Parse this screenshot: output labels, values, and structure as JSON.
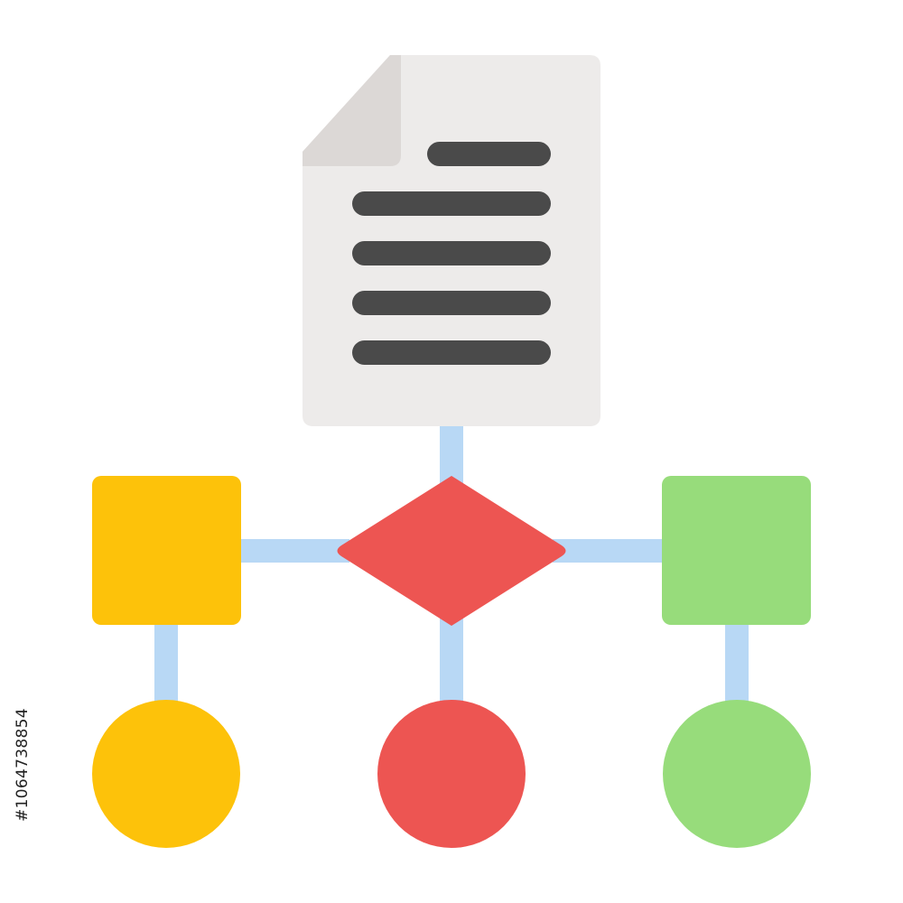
{
  "icon": {
    "name": "document-flowchart-icon",
    "colors": {
      "document_page": "#edebea",
      "document_fold": "#dcd8d6",
      "text_lines": "#4a4a4a",
      "connectors": "#b8d8f5",
      "yellow": "#fdc20a",
      "red": "#ed5552",
      "green": "#97dc7b"
    },
    "nodes": {
      "decision": "diamond",
      "left": "square",
      "right": "square",
      "outputs": [
        "circle",
        "circle",
        "circle"
      ]
    }
  },
  "watermark": {
    "stock_id": "#1064738854"
  }
}
